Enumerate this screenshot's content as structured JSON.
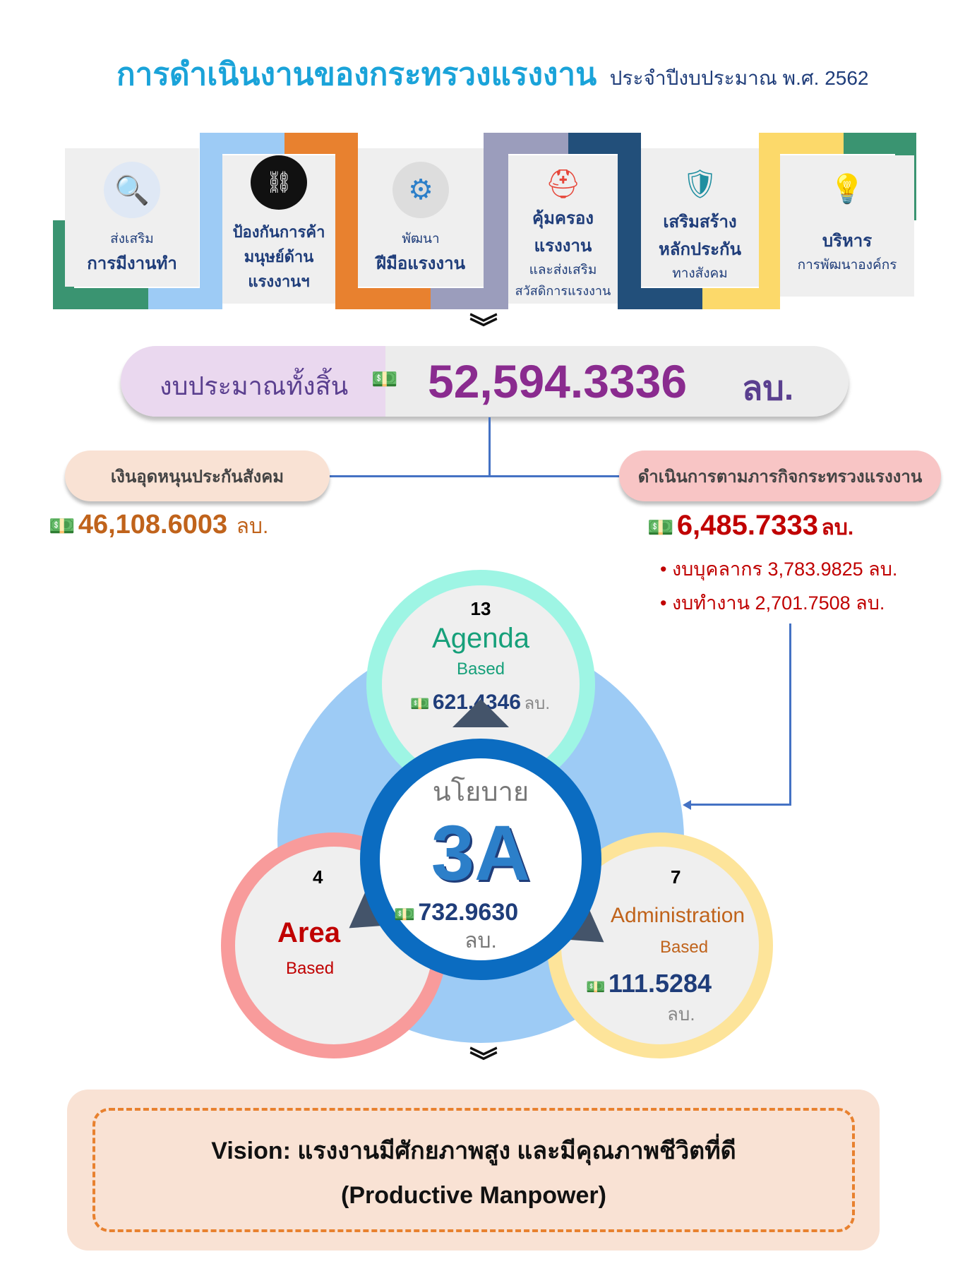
{
  "header": {
    "title": "การดำเนินงานของกระทรวงแรงงาน",
    "subtitle": "ประจำปีงบประมาณ พ.ศ. 2562"
  },
  "missions": [
    {
      "line1": "ส่งเสริม",
      "line2": "การมีงานทำ",
      "icon": "job-search-icon"
    },
    {
      "line1": "ป้องกันการค้า",
      "line2": "มนุษย์ด้าน",
      "line3": "แรงงานฯ",
      "icon": "human-trafficking-icon"
    },
    {
      "line1": "พัฒนา",
      "line2": "ฝีมือแรงงาน",
      "icon": "brain-gears-icon"
    },
    {
      "line1": "คุ้มครอง",
      "line2": "แรงงาน",
      "line3": "และส่งเสริม",
      "line4": "สวัสดิการแรงงาน",
      "icon": "safety-helmet-icon"
    },
    {
      "line1": "เสริมสร้าง",
      "line2": "หลักประกัน",
      "line3": "ทางสังคม",
      "icon": "shield-person-icon"
    },
    {
      "line1": "บริหาร",
      "line2": "การพัฒนาองค์กร",
      "icon": "lightbulb-gear-icon"
    }
  ],
  "total": {
    "label": "งบประมาณทั้งสิ้น",
    "amount": "52,594.3336",
    "unit": "ลบ."
  },
  "social_fund": {
    "label": "เงินอุดหนุนประกันสังคม",
    "amount": "46,108.6003",
    "unit": "ลบ."
  },
  "ministry": {
    "label": "ดำเนินการตามภารกิจกระทรวงแรงงาน",
    "amount": "6,485.7333",
    "unit": "ลบ.",
    "items": [
      {
        "text": "งบบุคลากร 3,783.9825 ลบ."
      },
      {
        "text": "งบทำงาน 2,701.7508 ลบ."
      }
    ]
  },
  "policy": {
    "label": "นโยบาย",
    "name": "3A",
    "amount": "732.9630",
    "unit": "ลบ.",
    "agenda": {
      "count": "13",
      "title": "Agenda",
      "sub": "Based",
      "amount": "621.4346",
      "unit": "ลบ."
    },
    "area": {
      "count": "4",
      "title": "Area",
      "sub": "Based"
    },
    "admin": {
      "count": "7",
      "title": "Administration",
      "sub": "Based",
      "amount": "111.5284",
      "unit": "ลบ."
    }
  },
  "vision": {
    "line1": "Vision: แรงงานมีศักยภาพสูง และมีคุณภาพชีวิตที่ดี",
    "line2": "(Productive Manpower)"
  },
  "colors": {
    "title": "#1aa3d9",
    "total_amount": "#8a2b8f",
    "social": "#c0631b",
    "ministry": "#c00000"
  }
}
